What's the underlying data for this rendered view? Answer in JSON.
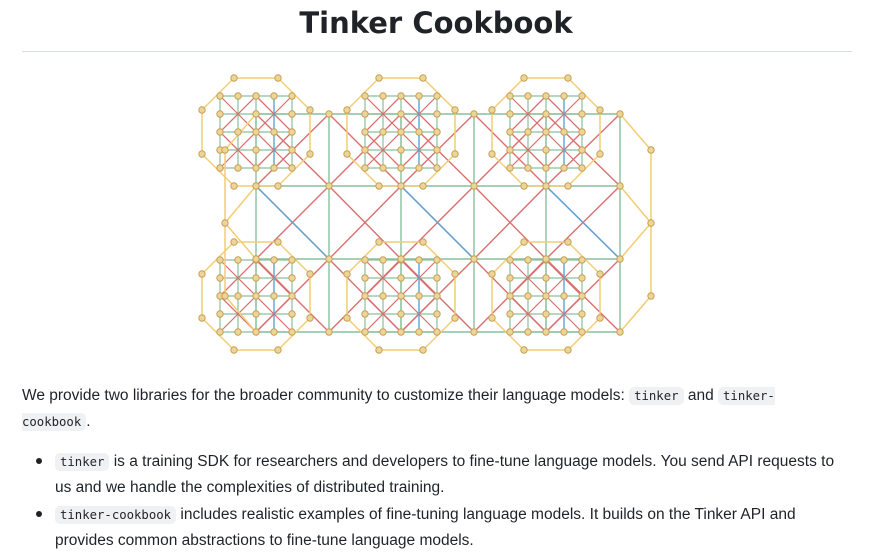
{
  "title": "Tinker Cookbook",
  "intro": {
    "text_before": "We provide two libraries for the broader community to customize their language models:",
    "code_1": "tinker",
    "text_middle": "and",
    "code_2_line1": "tinker-",
    "code_2_line2": "cookbook",
    "text_after": "."
  },
  "bullets": [
    {
      "code": "tinker",
      "line1": "is a training SDK for researchers and developers to fine-tune language models. You send API requests to",
      "line2": "us and we handle the complexities of distributed training."
    },
    {
      "code": "tinker-cookbook",
      "line1": "includes realistic examples of fine-tuning language models. It builds on the Tinker API and",
      "line2": "provides common abstractions to fine-tune language models."
    }
  ],
  "logo": {
    "icon": "tinker-network-logo",
    "colors": {
      "outline": "#f2cd74",
      "cross": "#d9706f",
      "grid": "#88c19a",
      "accent": "#5aa5d8",
      "node": "#c8a052",
      "node_fill": "#ecd59a"
    }
  }
}
